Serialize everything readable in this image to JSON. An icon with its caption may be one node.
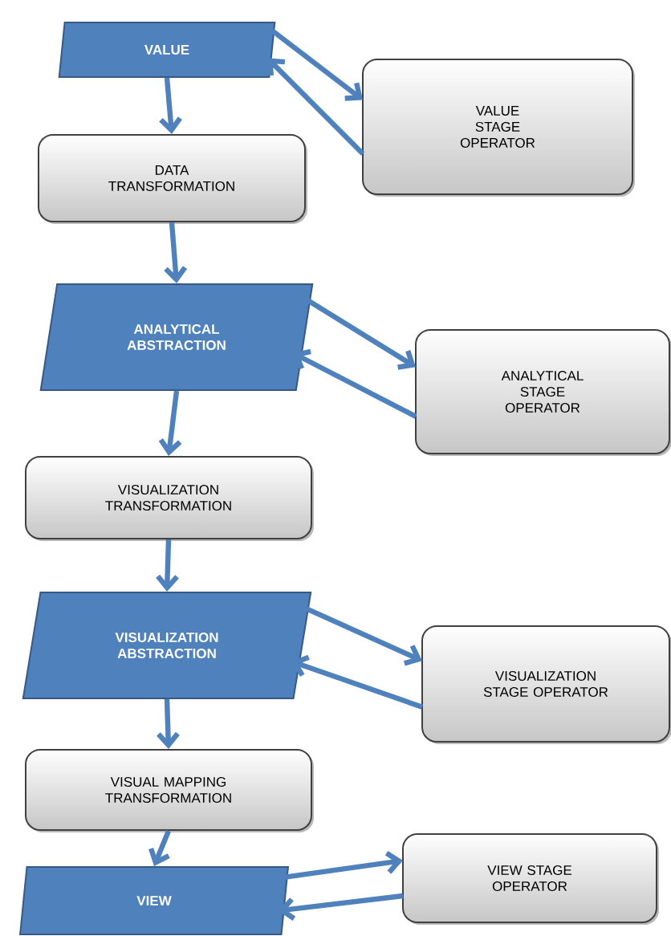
{
  "diagram": {
    "nodes": [
      {
        "text": [
          "VALUE"
        ]
      },
      {
        "text": [
          "VALUE STAGE OPERATOR"
        ]
      },
      {
        "text": [
          "DATA TRANSFORMATION"
        ]
      },
      {
        "text": [
          "ANALYTICAL ABSTRACTION"
        ]
      },
      {
        "text": [
          "ANALYTICAL STAGE OPERATOR"
        ]
      },
      {
        "text": [
          "VISUALIZATION TRANSFORMATION"
        ]
      },
      {
        "text": [
          "VISUALIZATION ABSTRACTION"
        ]
      },
      {
        "text": [
          "VISUALIZATION STAGE OPERATOR"
        ]
      },
      {
        "text": [
          "VISUAL MAPPING TRANSFORMATION"
        ]
      },
      {
        "text": [
          "VIEW"
        ]
      },
      {
        "text": [
          "VIEW STAGE OPERATOR"
        ]
      }
    ],
    "edges": [
      {
        "from": 0,
        "to": 2,
        "arrow": "to"
      },
      {
        "from": 0,
        "to": 1,
        "arrow": "to"
      },
      {
        "from": 1,
        "to": 0,
        "arrow": "to"
      },
      {
        "from": 2,
        "to": 3,
        "arrow": "to"
      },
      {
        "from": 3,
        "to": 4,
        "arrow": "to"
      },
      {
        "from": 4,
        "to": 3,
        "arrow": "to"
      },
      {
        "from": 3,
        "to": 5,
        "arrow": "to"
      },
      {
        "from": 5,
        "to": 6,
        "arrow": "to"
      },
      {
        "from": 6,
        "to": 7,
        "arrow": "to"
      },
      {
        "from": 7,
        "to": 6,
        "arrow": "to"
      },
      {
        "from": 6,
        "to": 8,
        "arrow": "to"
      },
      {
        "from": 8,
        "to": 9,
        "arrow": "to"
      },
      {
        "from": 9,
        "to": 10,
        "arrow": "to"
      },
      {
        "from": 10,
        "to": 9,
        "arrow": "to"
      }
    ]
  }
}
